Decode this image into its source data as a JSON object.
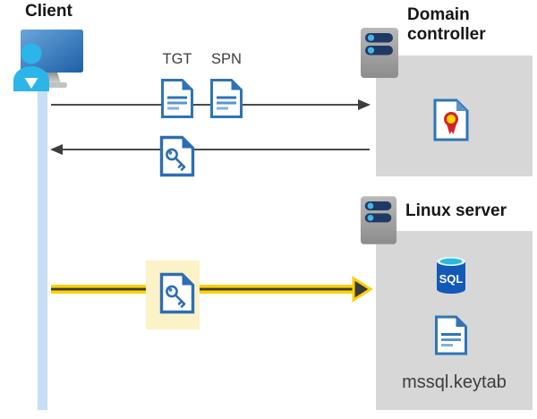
{
  "diagram": {
    "client": {
      "label": "Client"
    },
    "tickets": {
      "tgt_label": "TGT",
      "spn_label": "SPN"
    },
    "domain_controller": {
      "label": "Domain controller"
    },
    "linux_server": {
      "label": "Linux server",
      "sql_icon_label": "SQL",
      "keytab_label": "mssql.keytab"
    },
    "colors": {
      "doc_blue": "#2e75b6",
      "doc_line_light": "#85b2e0",
      "lifeline_blue": "#c7def6",
      "box_gray": "#d7d7d7",
      "arrow_gray": "#4a4a4a",
      "arrow_yellow": "#ffd100",
      "highlight_yellow": "#fbf2c8",
      "server_navy": "#1f3864",
      "server_dot_cyan": "#45b5e8",
      "person_cyan": "#2cb5e8",
      "sql_blue": "#1259b8",
      "sql_top_cyan": "#29bade",
      "cert_red": "#d3222a",
      "cert_gold": "#ffd400"
    }
  }
}
